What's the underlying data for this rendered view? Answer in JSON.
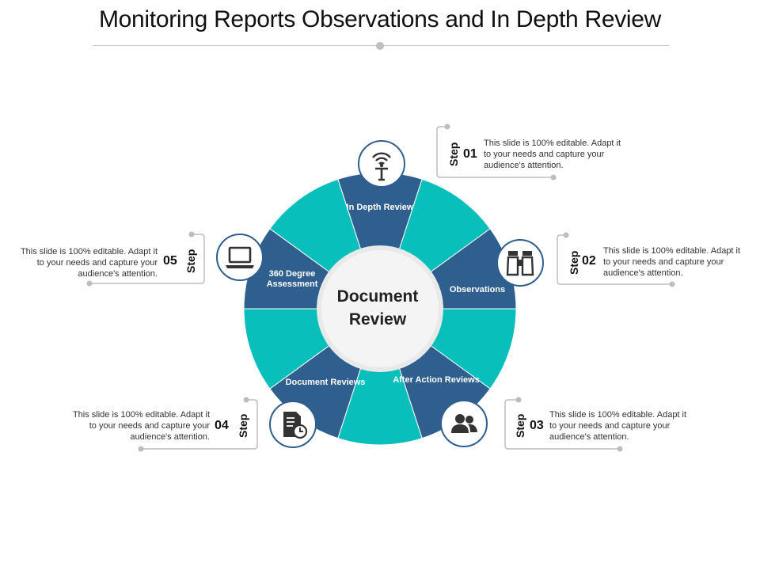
{
  "title": "Monitoring Reports Observations and In Depth Review",
  "center": {
    "line1": "Document",
    "line2": "Review"
  },
  "colors": {
    "teal": "#08bfbc",
    "navy": "#2f5f8e",
    "gray": "#bdbdbd"
  },
  "segments": [
    {
      "label": "In Depth Review",
      "icon": "antenna-person-icon"
    },
    {
      "label": "Observations",
      "icon": "binoculars-icon"
    },
    {
      "label": "After Action Reviews",
      "icon": "users-icon"
    },
    {
      "label": "Document Reviews",
      "icon": "document-clock-icon"
    },
    {
      "label": "360 Degree Assessment",
      "icon": "laptop-icon"
    }
  ],
  "steps": [
    {
      "step_word": "Step",
      "number": "01",
      "text": "This slide is 100% editable. Adapt it to your needs and capture your audience's attention."
    },
    {
      "step_word": "Step",
      "number": "02",
      "text": "This slide is 100% editable. Adapt it to your needs and capture your audience's attention."
    },
    {
      "step_word": "Step",
      "number": "03",
      "text": "This slide is 100% editable. Adapt it to your needs and capture your audience's attention."
    },
    {
      "step_word": "Step",
      "number": "04",
      "text": "This slide is 100% editable. Adapt it to your needs and capture your audience's attention."
    },
    {
      "step_word": "Step",
      "number": "05",
      "text": "This slide is 100% editable. Adapt it to your needs and capture your audience's attention."
    }
  ]
}
